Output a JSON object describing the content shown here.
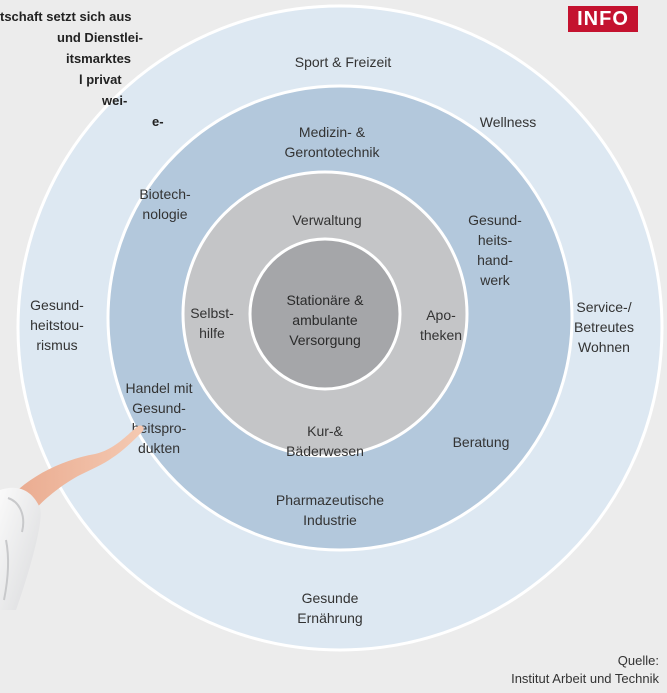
{
  "intro": {
    "lines": [
      "tschaft setzt sich aus",
      "und Dienstlei-",
      "itsmarktes",
      "l privat",
      "wei-",
      "e-"
    ]
  },
  "badge": "INFO",
  "rings": {
    "outer": {
      "top": "Sport & Freizeit",
      "top_right": "Wellness",
      "left": [
        "Gesund-",
        "heitstou-",
        "rismus"
      ],
      "right": [
        "Service-/",
        "Betreutes",
        "Wohnen"
      ],
      "bottom": [
        "Gesunde",
        "Ernährung"
      ]
    },
    "second": {
      "top": [
        "Medizin- &",
        "Gerontotechnik"
      ],
      "upper_left": [
        "Biotech-",
        "nologie"
      ],
      "upper_right": [
        "Gesund-",
        "heits-",
        "hand-",
        "werk"
      ],
      "lower_left": [
        "Handel mit",
        "Gesund-",
        "heitspro-",
        "dukten"
      ],
      "lower_right": "Beratung",
      "bottom": [
        "Pharmazeutische",
        "Industrie"
      ]
    },
    "third": {
      "top": "Verwaltung",
      "left": [
        "Selbst-",
        "hilfe"
      ],
      "right": [
        "Apo-",
        "theken"
      ],
      "bottom": [
        "Kur-&",
        "Bäderwesen"
      ]
    },
    "core": [
      "Stationäre &",
      "ambulante",
      "Versorgung"
    ]
  },
  "source": [
    "Quelle:",
    "Institut Arbeit und Technik"
  ],
  "colors": {
    "background": "#ececec",
    "outer_ring": "#dde8f2",
    "second_ring": "#b3c8dc",
    "third_ring": "#c4c5c7",
    "core": "#a5a6a9",
    "badge": "#c4122f"
  }
}
